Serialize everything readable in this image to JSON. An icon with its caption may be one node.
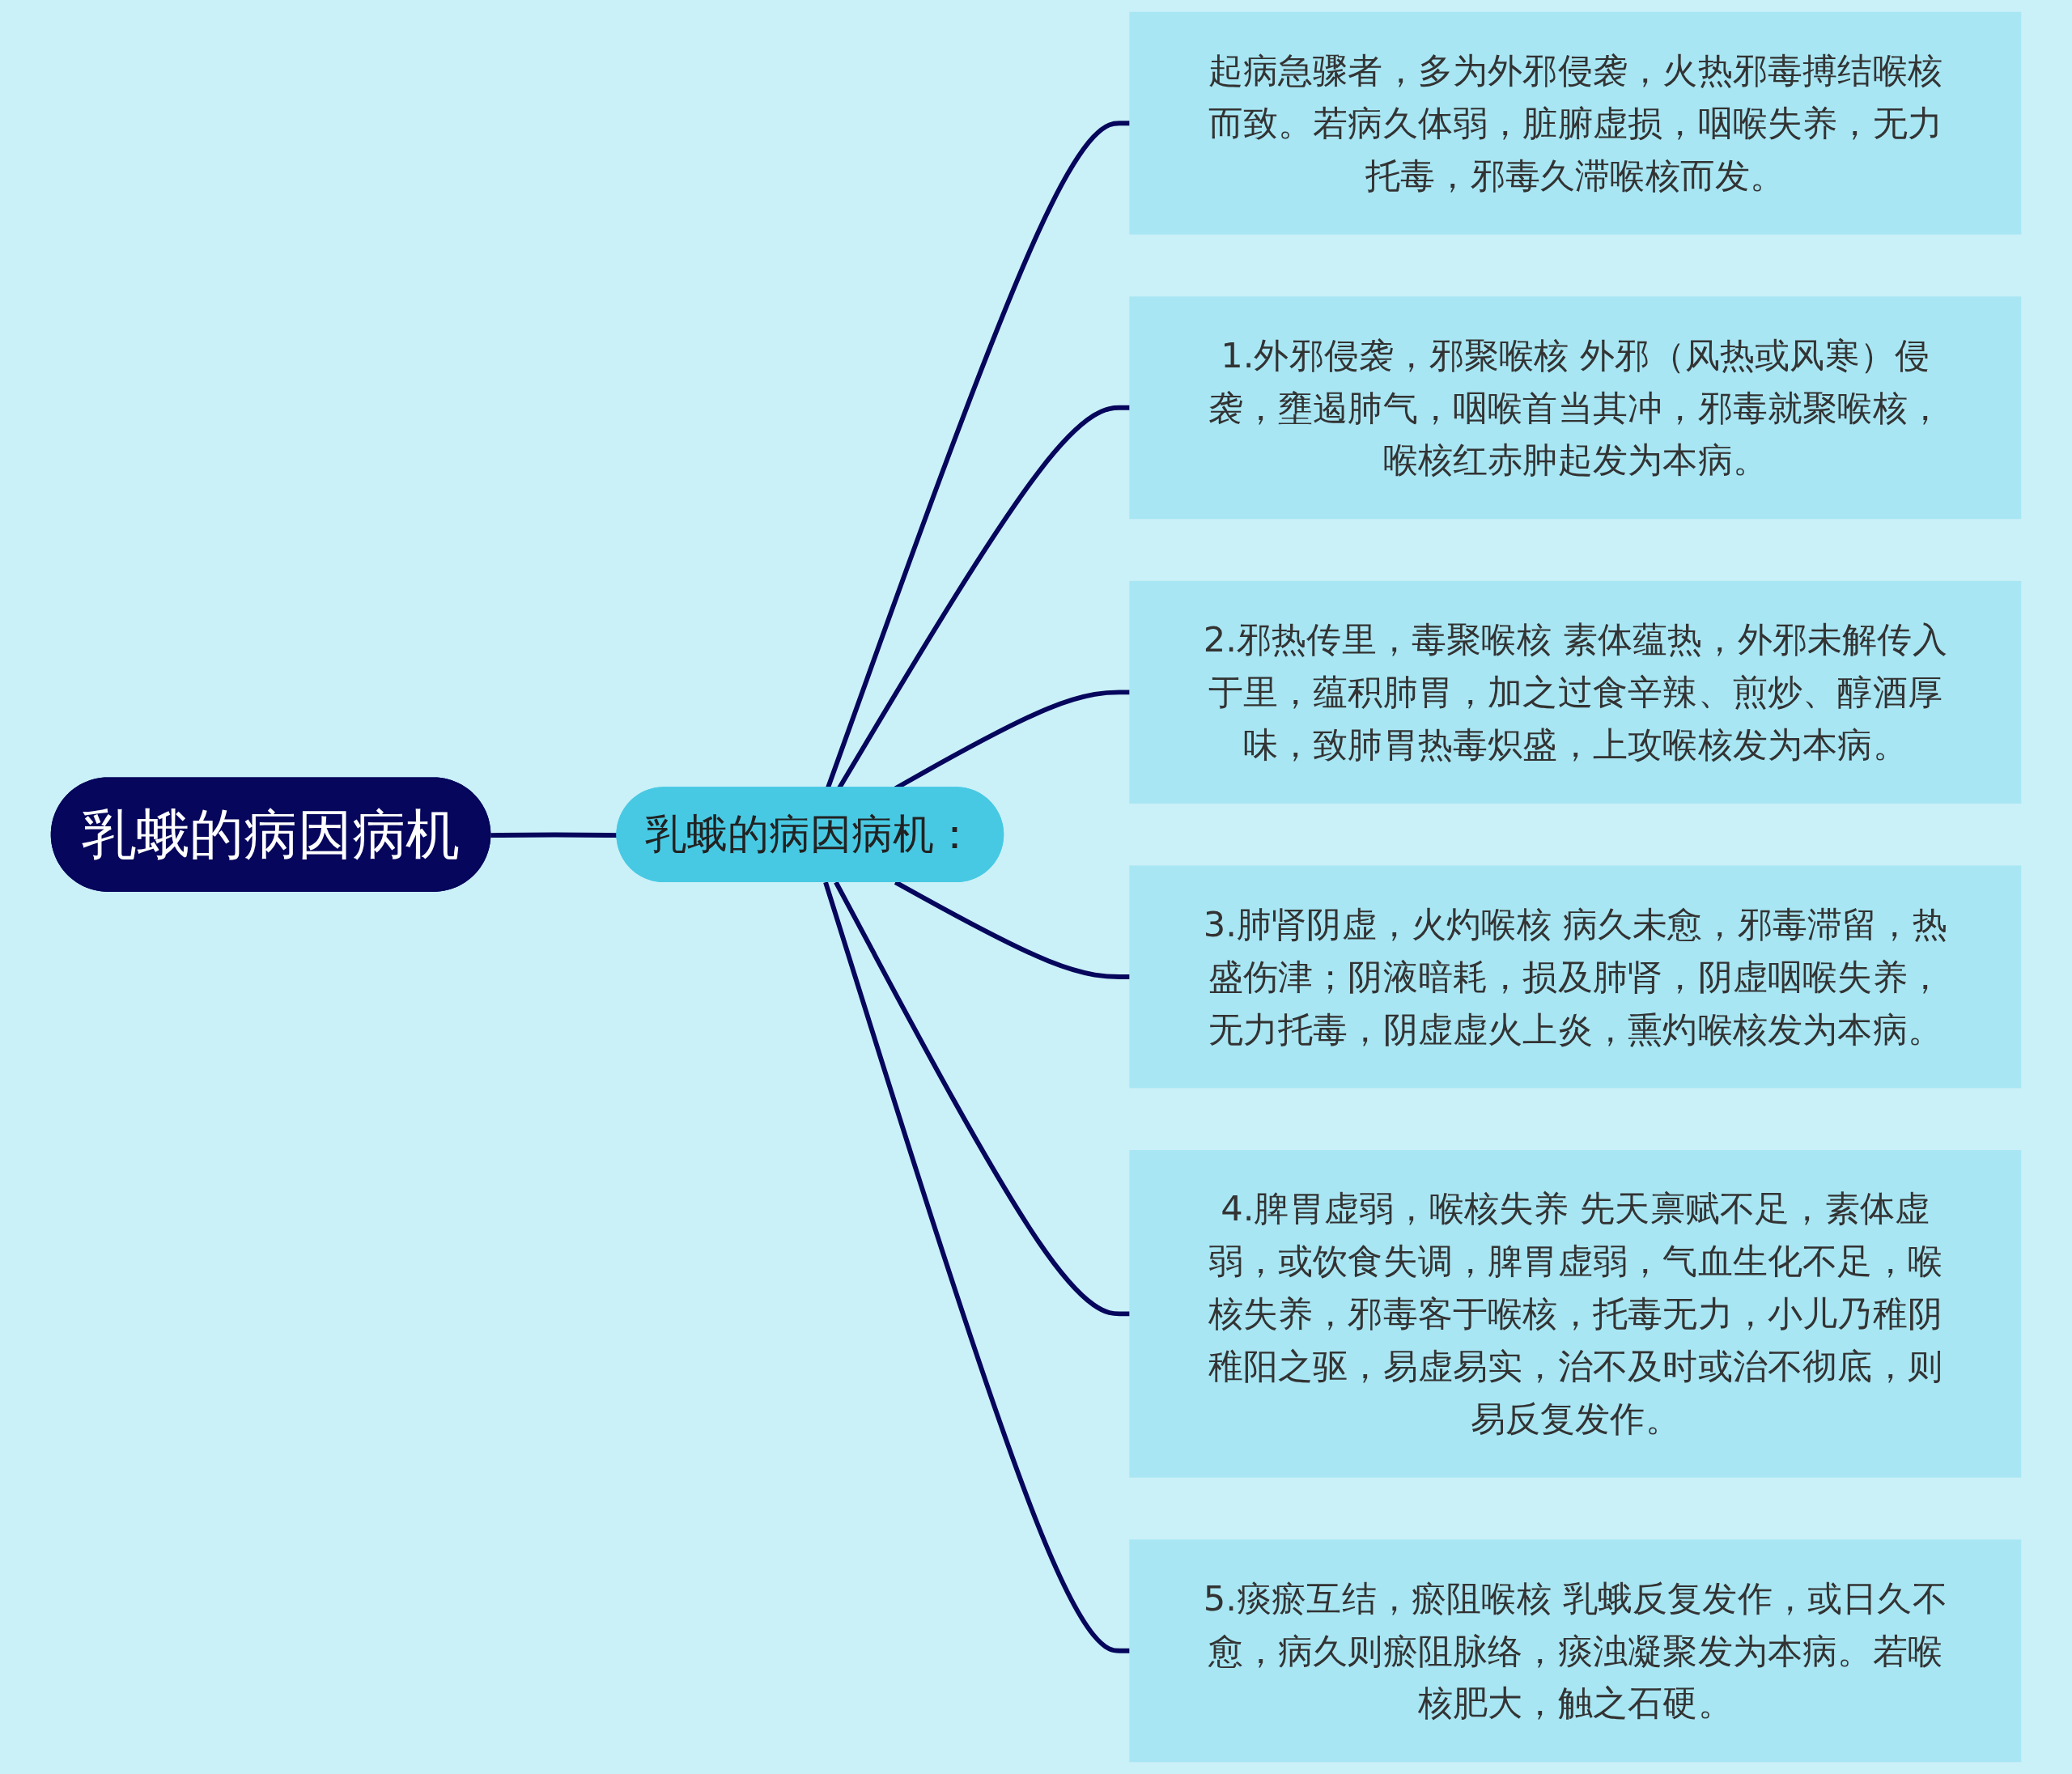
{
  "diagram": {
    "nodes": [
      {
        "text": [
          "乳蛾的病因病机"
        ]
      },
      {
        "text": [
          "乳蛾的病因病机："
        ]
      },
      {
        "text": [
          "起病急骤者，多为外邪侵袭，火热邪毒搏结喉核而致。若病久体弱，脏腑虚损，咽喉失养，无力托毒，邪毒久滞喉核而发。"
        ]
      },
      {
        "text": [
          "1.外邪侵袭，邪聚喉核 外邪（风热或风寒）侵袭，壅遏肺气，咽喉首当其冲，邪毒就聚喉核，喉核红赤肿起发为本病。"
        ]
      },
      {
        "text": [
          "2.邪热传里，毒聚喉核 素体蕴热，外邪未解传入于里，蕴积肺胃，加之过食辛辣、煎炒、醇酒厚味，致肺胃热毒炽盛，上攻喉核发为本病。"
        ]
      },
      {
        "text": [
          "3.肺肾阴虚，火灼喉核 病久未愈，邪毒滞留，热盛伤津；阴液暗耗，损及肺肾，阴虚咽喉失养，无力托毒，阴虚虚火上炎，熏灼喉核发为本病。"
        ]
      },
      {
        "text": [
          "4.脾胃虚弱，喉核失养 先天禀赋不足，素体虚弱，或饮食失调，脾胃虚弱，气血生化不足，喉核失养，邪毒客于喉核，托毒无力，小儿乃稚阴稚阳之驱，易虚易实，治不及时或治不彻底，则易反复发作。"
        ]
      },
      {
        "text": [
          "5.痰瘀互结，瘀阻喉核 乳蛾反复发作，或日久不愈，病久则瘀阻脉络，痰浊凝聚发为本病。若喉核肥大，触之石硬。"
        ]
      }
    ],
    "edges": [
      {
        "from": 0,
        "to": 1,
        "arrow": "none"
      },
      {
        "from": 1,
        "to": 2,
        "arrow": "none"
      },
      {
        "from": 1,
        "to": 3,
        "arrow": "none"
      },
      {
        "from": 1,
        "to": 4,
        "arrow": "none"
      },
      {
        "from": 1,
        "to": 5,
        "arrow": "none"
      },
      {
        "from": 1,
        "to": 6,
        "arrow": "none"
      },
      {
        "from": 1,
        "to": 7,
        "arrow": "none"
      }
    ]
  }
}
